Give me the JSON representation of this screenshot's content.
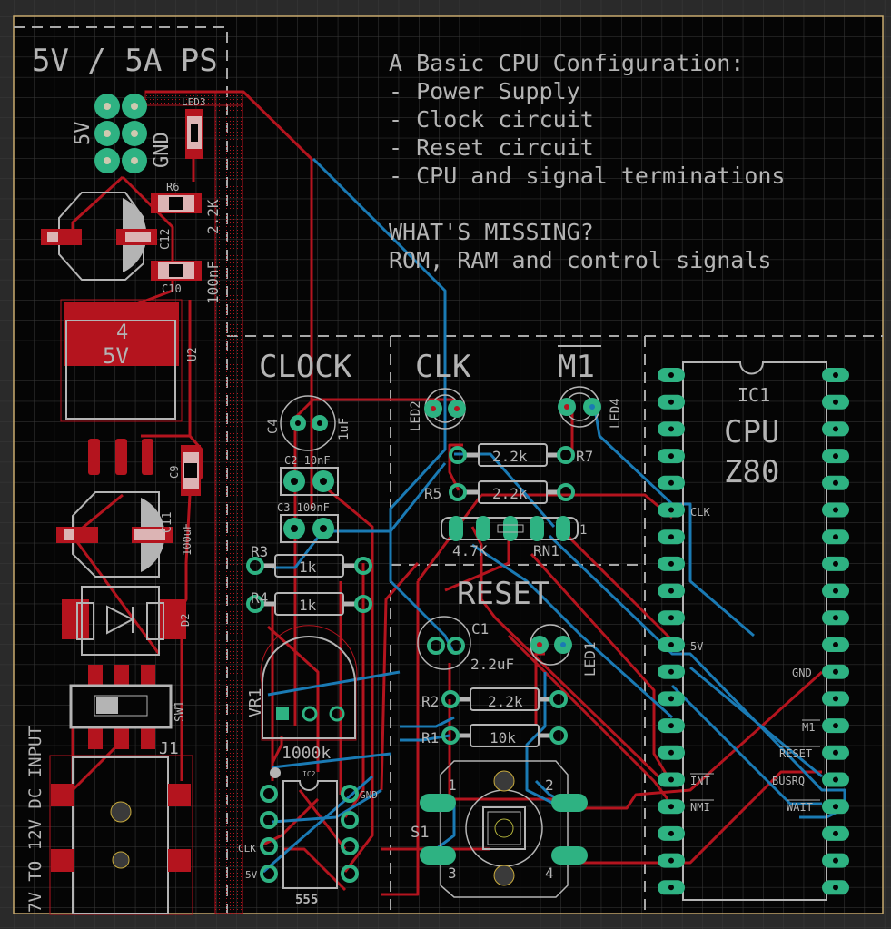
{
  "app": {
    "view": "PCB board editor",
    "colors": {
      "outer_background": "#2a2a2a",
      "board_background": "#050505",
      "grid": "#3c3c3c",
      "board_outline": "#c8aa6e",
      "top_copper": "#b4141e",
      "bottom_copper": "#1a7ab4",
      "pad": "#2eb282",
      "silkscreen": "#b4b4b4",
      "origin_cross": "#b4b43c"
    }
  },
  "notes": {
    "title": "A Basic CPU Configuration:",
    "items": [
      "- Power Supply",
      "- Clock circuit",
      "- Reset circuit",
      "- CPU and signal terminations"
    ],
    "missing_heading": "WHAT'S MISSING?",
    "missing_text": "ROM, RAM and control signals"
  },
  "sections": {
    "power": "5V / 5A PS",
    "clock": "CLOCK",
    "clk_led": "CLK",
    "m1_led": "M1",
    "reset": "RESET",
    "dc_input": "7V TO 12V DC INPUT"
  },
  "power_supply": {
    "header_labels": [
      "5V",
      "GND"
    ],
    "led3": "LED3",
    "r6": "R6",
    "r6_value": "2.2K",
    "c12": "C12",
    "c10": "C10",
    "c10_value": "100nF",
    "u2": "U2",
    "u2_pin": "4",
    "u2_value": "5V",
    "c9": "C9",
    "c11": "C11",
    "c11_value": "100uF",
    "d2": "D2",
    "sw1": "SW1",
    "j1": "J1"
  },
  "clock_circuit": {
    "c4": "C4",
    "c4_value": "1uF",
    "c2": "C2 10nF",
    "c3": "C3 100nF",
    "r3": "R3",
    "r3_value": "1k",
    "r4": "R4",
    "r4_value": "1k",
    "vr1": "VR1",
    "vr1_value": "1000k",
    "ic2": "IC2",
    "ic2_value": "555",
    "pin_gnd": "GND",
    "pin_clk": "CLK",
    "pin_5v": "5V"
  },
  "led_circuit": {
    "led2": "LED2",
    "led4": "LED4",
    "r7": "R7",
    "r7_value": "2.2k",
    "r5": "R5",
    "r5_value": "2.2k",
    "rn1": "RN1",
    "rn1_value": "4.7K",
    "rn1_pin": "1"
  },
  "reset_circuit": {
    "c1": "C1",
    "c1_value": "2.2uF",
    "led1": "LED1",
    "r2": "R2",
    "r2_value": "2.2k",
    "r1": "R1",
    "r1_value": "10k",
    "s1": "S1",
    "s1_pins": [
      "1",
      "2",
      "3",
      "4"
    ]
  },
  "cpu": {
    "ref": "IC1",
    "line1": "CPU",
    "line2": "Z80",
    "left_pins": {
      "clk": "CLK",
      "v5": "5V",
      "int": "INT",
      "nmi": "NMI"
    },
    "right_pins": {
      "gnd": "GND",
      "m1": "M1",
      "reset": "RESET",
      "busrq": "BUSRQ",
      "wait": "WAIT"
    }
  }
}
